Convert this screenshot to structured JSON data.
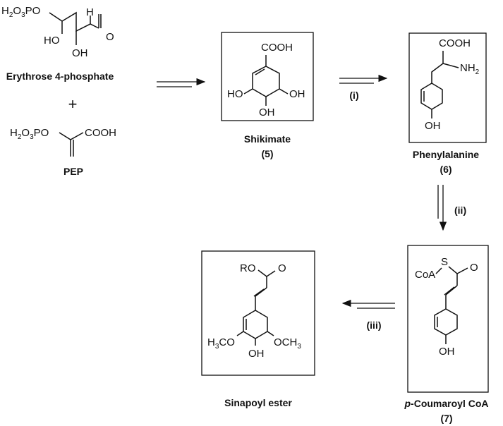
{
  "compounds": {
    "e4p": {
      "name": "Erythrose 4-phosphate",
      "phosphate": "H2O3PO",
      "hydroxyl_1": "HO",
      "hydroxyl_2": "OH",
      "aldehyde_h": "H",
      "aldehyde_o": "O"
    },
    "plus": "+",
    "pep": {
      "name": "PEP",
      "phosphate": "H2O3PO",
      "acid": "COOH"
    },
    "shikimate": {
      "name": "Shikimate",
      "number": "(5)",
      "acid": "COOH",
      "hydroxyl_left": "HO",
      "hydroxyl_right": "OH",
      "hydroxyl_bottom": "OH"
    },
    "phenylalanine": {
      "name": "Phenylalanine",
      "number": "(6)",
      "acid": "COOH",
      "amine": "NH2",
      "hydroxyl": "OH"
    },
    "coumaroyl": {
      "name_italic": "p",
      "name_rest": "-Coumaroyl CoA",
      "number": "(7)",
      "coa": "CoA",
      "sulfur": "S",
      "oxygen": "O",
      "hydroxyl": "OH"
    },
    "sinapoyl": {
      "name": "Sinapoyl ester",
      "ester_r": "RO",
      "oxygen": "O",
      "methoxy_left": "H3CO",
      "methoxy_right": "OCH3",
      "hydroxyl": "OH"
    }
  },
  "steps": {
    "step1": "(i)",
    "step2": "(ii)",
    "step3": "(iii)"
  }
}
